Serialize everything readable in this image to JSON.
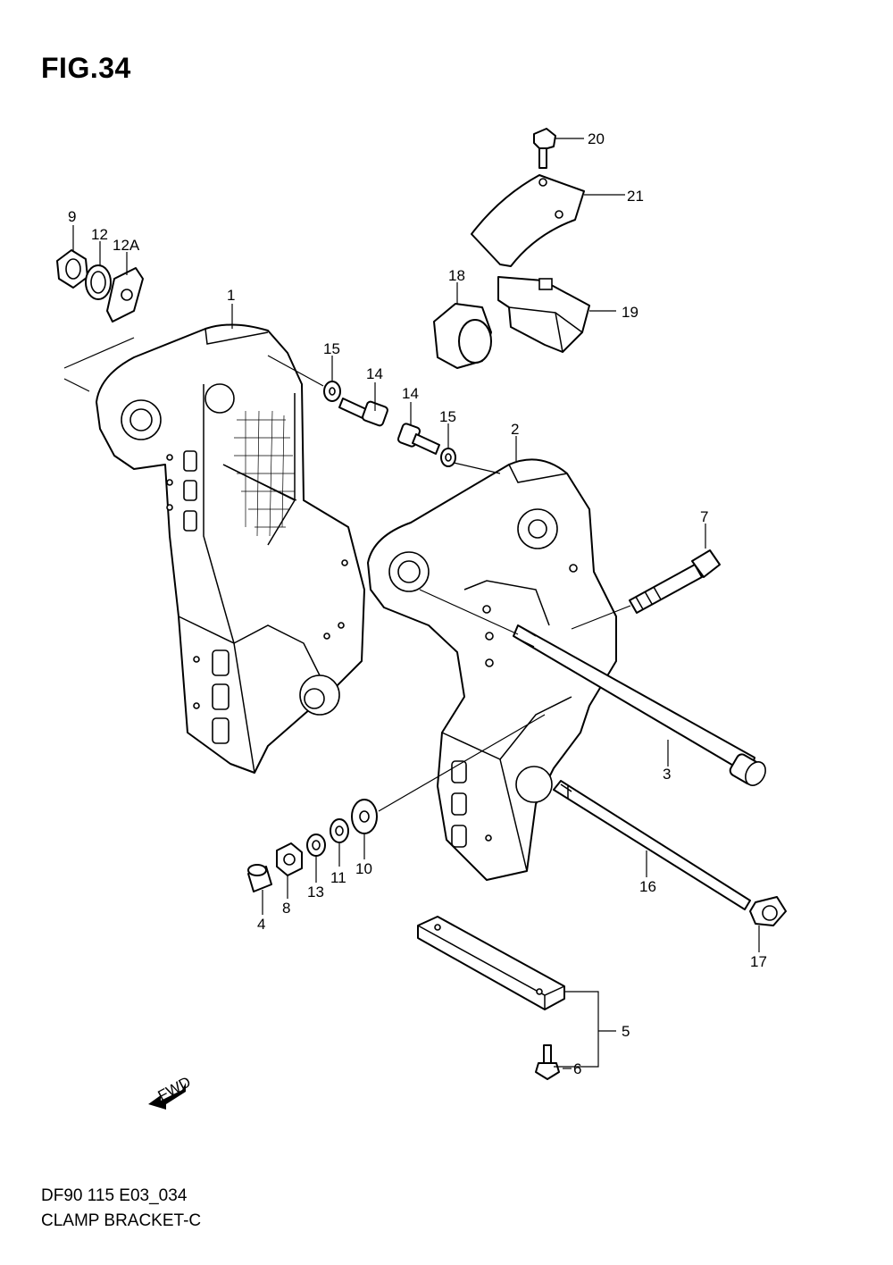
{
  "figure": {
    "title": "FIG.34",
    "code": "DF90 115 E03_034",
    "name": "CLAMP BRACKET-C",
    "fwd_label": "FWD"
  },
  "callouts": [
    "1",
    "2",
    "3",
    "4",
    "5",
    "6",
    "7",
    "8",
    "9",
    "10",
    "11",
    "12",
    "12A",
    "13",
    "14",
    "14",
    "15",
    "15",
    "16",
    "17",
    "18",
    "19",
    "20",
    "21"
  ],
  "labels": {
    "c1": "1",
    "c2": "2",
    "c3": "3",
    "c4": "4",
    "c5": "5",
    "c6": "6",
    "c7": "7",
    "c8": "8",
    "c9": "9",
    "c10": "10",
    "c11": "11",
    "c12": "12",
    "c12a": "12A",
    "c13": "13",
    "c14a": "14",
    "c14b": "14",
    "c15a": "15",
    "c15b": "15",
    "c16": "16",
    "c17": "17",
    "c18": "18",
    "c19": "19",
    "c20": "20",
    "c21": "21"
  }
}
